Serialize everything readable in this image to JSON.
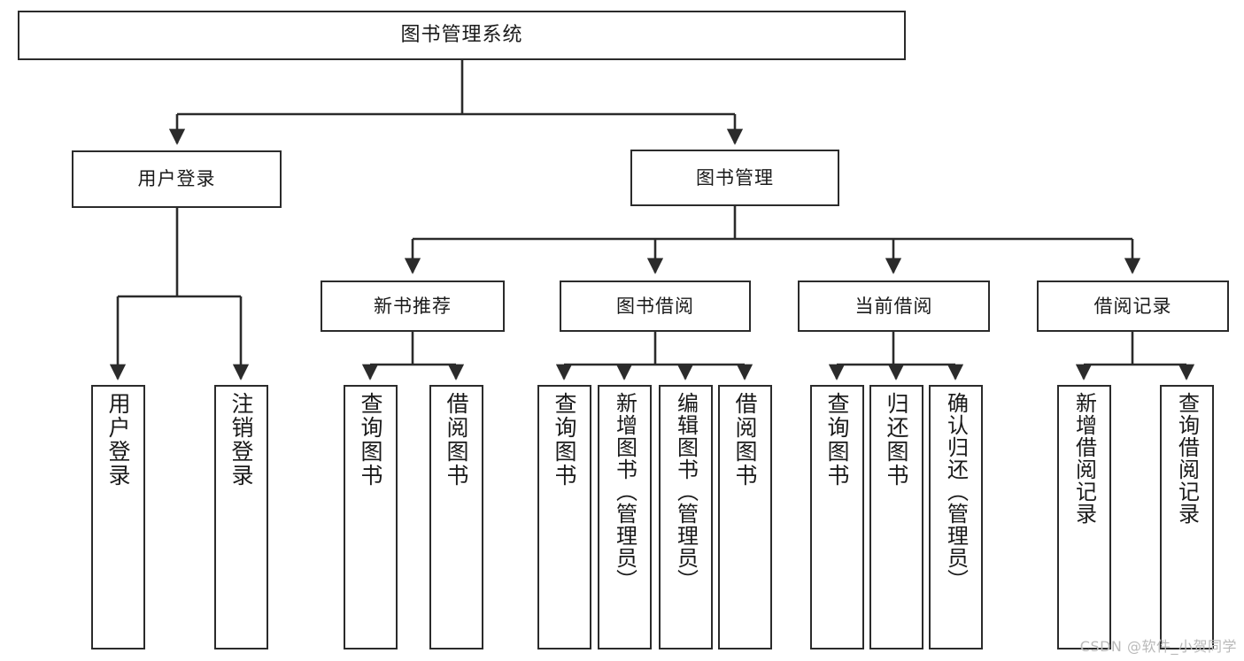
{
  "diagram": {
    "title": "图书管理系统",
    "type": "tree",
    "orientation": "top-down",
    "line_color": "#2b2b2b",
    "box_fill": "#ffffff",
    "text_color": "#1a1a1a"
  },
  "nodes": {
    "root": {
      "label": "图书管理系统",
      "level": 1
    },
    "user_login": {
      "label": "用户登录",
      "level": 2
    },
    "book_manage": {
      "label": "图书管理",
      "level": 2
    },
    "new_book_rec": {
      "label": "新书推荐",
      "level": 3
    },
    "book_borrow": {
      "label": "图书借阅",
      "level": 3
    },
    "current_borrow": {
      "label": "当前借阅",
      "level": 3
    },
    "borrow_record": {
      "label": "借阅记录",
      "level": 3
    },
    "leaf_user_login": {
      "label": "用户登录",
      "level": 4
    },
    "leaf_logout": {
      "label": "注销登录",
      "level": 4
    },
    "leaf_query_book_a": {
      "label": "查询图书",
      "level": 4
    },
    "leaf_borrow_book_a": {
      "label": "借阅图书",
      "level": 4
    },
    "leaf_query_book_b": {
      "label": "查询图书",
      "level": 4
    },
    "leaf_add_book": {
      "label": "新增图书（管理员）",
      "level": 4
    },
    "leaf_edit_book": {
      "label": "编辑图书（管理员）",
      "level": 4
    },
    "leaf_borrow_book_b": {
      "label": "借阅图书",
      "level": 4
    },
    "leaf_query_book_c": {
      "label": "查询图书",
      "level": 4
    },
    "leaf_return_book": {
      "label": "归还图书",
      "level": 4
    },
    "leaf_confirm_return": {
      "label": "确认归还（管理员）",
      "level": 4
    },
    "leaf_add_record": {
      "label": "新增借阅记录",
      "level": 4
    },
    "leaf_query_record": {
      "label": "查询借阅记录",
      "level": 4
    }
  },
  "watermark": {
    "text": "CSDN @软件_小贺同学"
  }
}
